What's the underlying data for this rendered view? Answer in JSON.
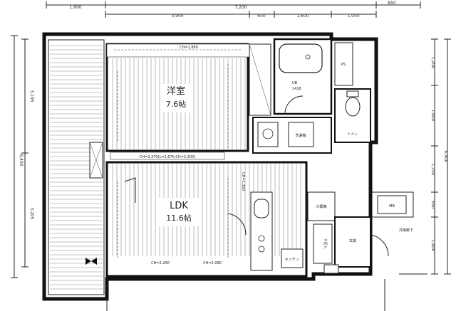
{
  "dimensions": {
    "top_total": "7,200",
    "top_left": "1,600",
    "top_right_outer": "850",
    "top_segments": [
      "3,900",
      "650",
      "1,600",
      "1,050"
    ],
    "left_total": "8,400",
    "left_upper": "3,195",
    "left_lower": "3,205",
    "right_total": "6,400",
    "right_segments": [
      "1,200",
      "1,600",
      "1,250",
      "650",
      "1,800"
    ]
  },
  "rooms": {
    "western": {
      "line1": "洋室",
      "line2": "7.6帖"
    },
    "ldk": {
      "line1": "LDK",
      "line2": "11.6帖"
    }
  },
  "ceiling_labels": {
    "western_top": "CH=1,880",
    "western_mid": "CH=2,370(L=1,670,CH=2,200)",
    "ldk_bottom_left": "CH=2,200",
    "ldk_bottom_mid": "CH=2,090",
    "ldk_bottom_right": "CH=2,300"
  },
  "fixtures": {
    "bath_label": "UB",
    "bath_size": "1418",
    "toilet_label": "トイレ",
    "washer_label": "洗濯機",
    "ps_label": "PS",
    "mb_label": "MB",
    "kitchen_label": "キッチン",
    "fridge_label": "冷蔵庫",
    "entrance_label": "玄関",
    "shoes_label": "下足入",
    "common_hall": "共用廊下"
  }
}
